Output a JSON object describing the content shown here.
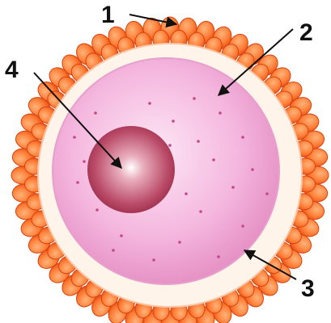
{
  "labels": [
    "1",
    "2",
    "3",
    "4"
  ],
  "colors": {
    "corona_outer": "#e8501a",
    "corona_inner": "#ff8a3d",
    "zona": "#fff6f0",
    "gap_ring": "#f3b9a6",
    "cytoplasm_light": "#fbd6ee",
    "cytoplasm_dark": "#e58fc4",
    "nucleus_light": "#f4d4dd",
    "nucleus_dark": "#a0354f",
    "granule": "#c24a86",
    "arrow": "#111111"
  }
}
